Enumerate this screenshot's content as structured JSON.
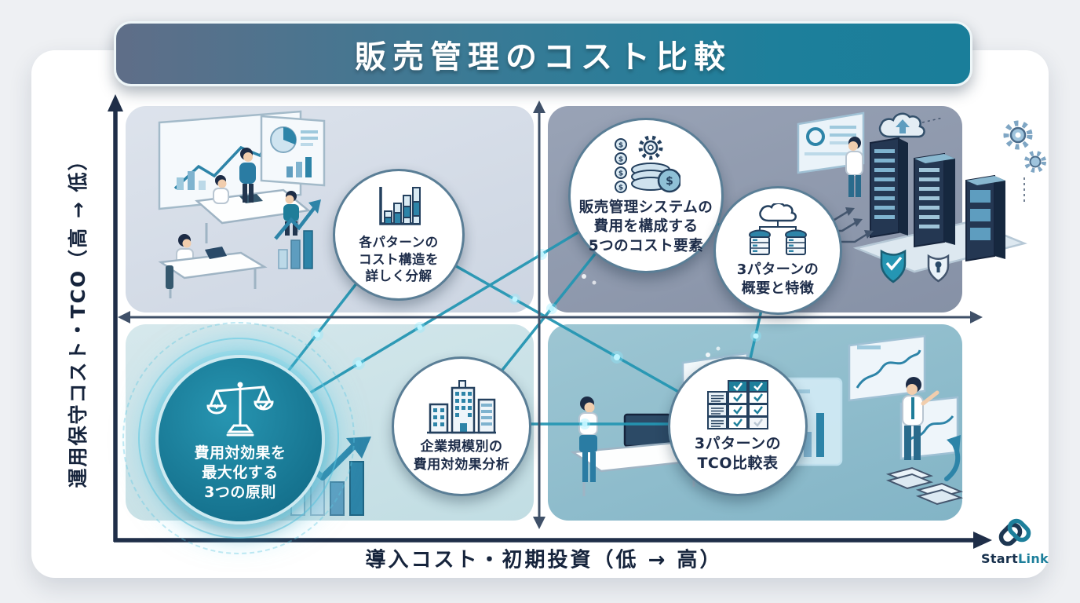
{
  "title": "販売管理のコスト比較",
  "axes": {
    "y_label": "運用保守コスト・TCO（高 → 低）",
    "x_label": "導入コスト・初期投資（低 → 高）"
  },
  "nodes": {
    "cost_structure": {
      "label": "各パターンの\nコスト構造を\n詳しく分解",
      "icon": "stacked-bar-chart-icon",
      "highlighted": false
    },
    "cost_elements": {
      "label": "販売管理システムの\n費用を構成する\n5つのコスト要素",
      "icon": "coins-gear-icon",
      "highlighted": false
    },
    "patterns_overview": {
      "label": "3パターンの\n概要と特徴",
      "icon": "cloud-servers-icon",
      "highlighted": false
    },
    "principles": {
      "label": "費用対効果を\n最大化する\n3つの原則",
      "icon": "balance-scale-icon",
      "highlighted": true
    },
    "company_size": {
      "label": "企業規模別の\n費用対効果分析",
      "icon": "office-buildings-icon",
      "highlighted": false
    },
    "tco_table": {
      "label": "3パターンの\nTCO比較表",
      "icon": "checklist-table-icon",
      "highlighted": false
    }
  },
  "brand": {
    "start": "Start",
    "link": "Link"
  },
  "colors": {
    "accent_teal": "#1d7f9b",
    "dark_navy": "#1b2b45",
    "connection_teal": "#2596b3",
    "quad_top_left": "#d4dbe6",
    "quad_top_right": "#8e98ac",
    "quad_bottom_left": "#c9e0e6",
    "quad_bottom_right": "#8fbccb",
    "title_gradient_left": "#5f6e88",
    "title_gradient_right": "#1d7f9b"
  }
}
